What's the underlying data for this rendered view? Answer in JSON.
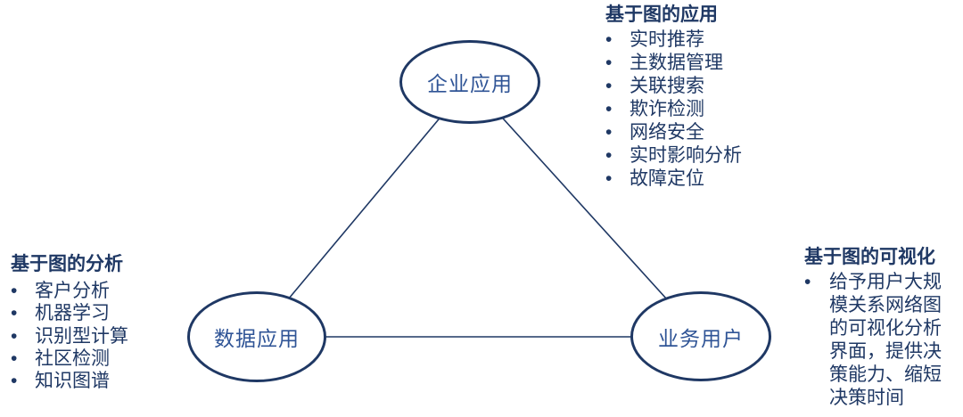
{
  "colors": {
    "accent_dark": "#1f3864",
    "node_label_blue": "#2f5496",
    "background": "#ffffff"
  },
  "nodes": {
    "enterprise": {
      "label": "企业应用"
    },
    "data": {
      "label": "数据应用"
    },
    "business": {
      "label": "业务用户"
    }
  },
  "panels": {
    "applications": {
      "title": "基于图的应用",
      "items": [
        "实时推荐",
        "主数据管理",
        "关联搜索",
        "欺诈检测",
        "网络安全",
        "实时影响分析",
        "故障定位"
      ]
    },
    "analysis": {
      "title": "基于图的分析",
      "items": [
        "客户分析",
        "机器学习",
        "识别型计算",
        "社区检测",
        "知识图谱"
      ]
    },
    "visualization": {
      "title": "基于图的可视化",
      "items": [
        "给予用户大规模关系网络图的可视化分析界面，提供决策能力、缩短决策时间"
      ]
    }
  }
}
